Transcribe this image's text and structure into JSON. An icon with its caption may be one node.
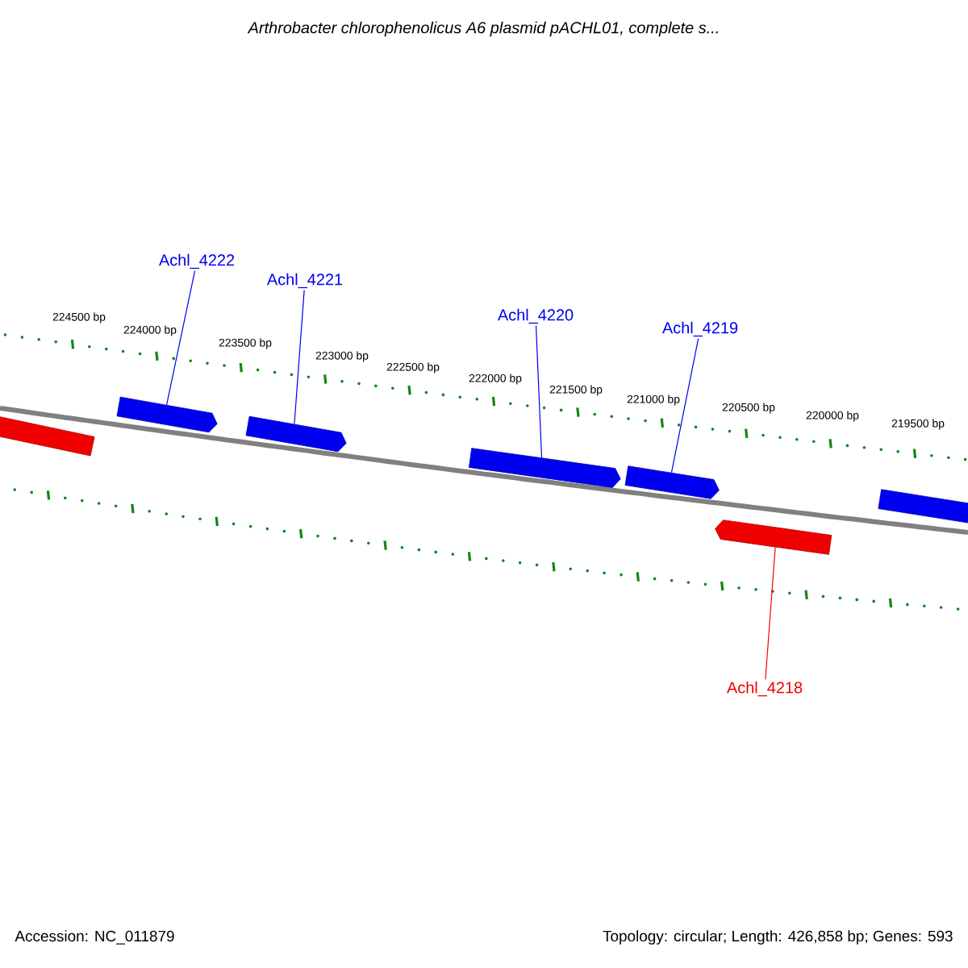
{
  "diagram": {
    "title": "Arthrobacter chlorophenolicus A6 plasmid pACHL01, complete s...",
    "nodes": [
      {
        "text": [
          "Achl_4222"
        ]
      },
      {
        "text": [
          "Achl_4221"
        ]
      },
      {
        "text": [
          "Achl_4220"
        ]
      },
      {
        "text": [
          "Achl_4219"
        ]
      },
      {
        "text": [],
        "shape": "arrow"
      },
      {
        "text": [],
        "shape": "arrow"
      },
      {
        "text": [],
        "shape": "arrow"
      },
      {
        "text": [],
        "shape": "arrow"
      },
      {
        "text": [],
        "shape": "arrow"
      },
      {
        "text": [],
        "shape": "arrow"
      },
      {
        "text": [],
        "shape": "arrow"
      },
      {
        "text": [
          "Achl_4218"
        ]
      }
    ],
    "edges": [
      {
        "from": 0,
        "to": 5,
        "arrow": "none"
      },
      {
        "from": 1,
        "to": 6,
        "arrow": "none"
      },
      {
        "from": 2,
        "to": 7,
        "arrow": "none"
      },
      {
        "from": 3,
        "to": 8,
        "arrow": "none"
      },
      {
        "from": 11,
        "to": 9,
        "arrow": "none",
        "color": "#ff0000"
      }
    ],
    "labels": [
      "224500 bp",
      "224000 bp",
      "223500 bp",
      "223000 bp",
      "222500 bp",
      "222000 bp",
      "221500 bp",
      "221000 bp",
      "220500 bp",
      "220000 bp",
      "219500 bp",
      "Accession: NC_011879",
      "Topology: circular; Length: 426,858 bp; Genes: 593"
    ]
  }
}
